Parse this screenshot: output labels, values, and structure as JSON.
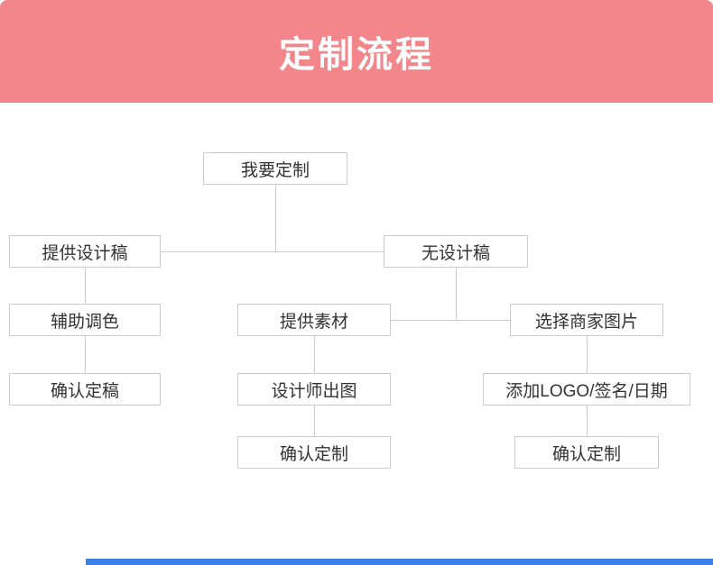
{
  "header": {
    "title": "定制流程"
  },
  "colors": {
    "header_bg": "#f2868b",
    "header_text": "#ffffff",
    "node_border": "#cccccc",
    "node_text": "#333333",
    "line": "#cccccc",
    "footer_bar": "#3a80e8"
  },
  "flowchart": {
    "nodes": [
      {
        "id": "start",
        "label": "我要定制"
      },
      {
        "id": "provide-design-draft",
        "label": "提供设计稿"
      },
      {
        "id": "no-design-draft",
        "label": "无设计稿"
      },
      {
        "id": "assist-coloring",
        "label": "辅助调色"
      },
      {
        "id": "provide-material",
        "label": "提供素材"
      },
      {
        "id": "choose-merchant-image",
        "label": "选择商家图片"
      },
      {
        "id": "confirm-final-draft",
        "label": "确认定稿"
      },
      {
        "id": "designer-output",
        "label": "设计师出图"
      },
      {
        "id": "add-logo-signature-date",
        "label": "添加LOGO/签名/日期"
      },
      {
        "id": "confirm-customization-center",
        "label": "确认定制"
      },
      {
        "id": "confirm-customization-right",
        "label": "确认定制"
      }
    ]
  }
}
